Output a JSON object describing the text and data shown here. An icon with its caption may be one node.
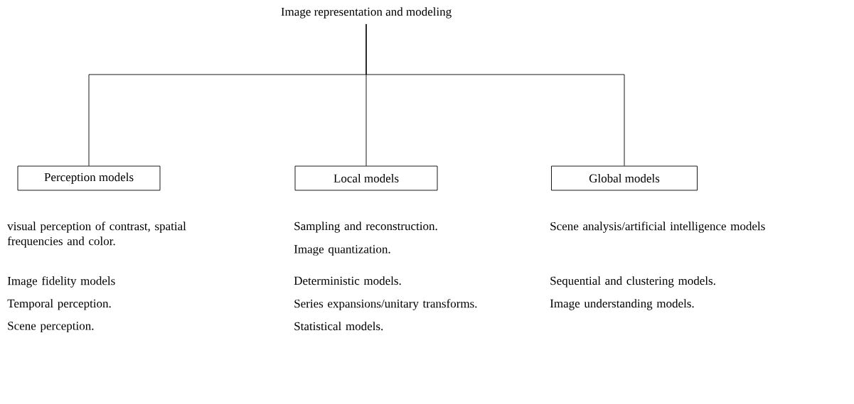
{
  "diagram": {
    "nodes": [
      {
        "text": [
          "Image representation and modeling"
        ]
      },
      {
        "text": [
          "Perception models"
        ],
        "beside": [
          "visual perception of contrast, spatial frequencies and color.",
          "Image fidelity models",
          "Temporal perception.",
          "Scene perception."
        ]
      },
      {
        "text": [
          "Local models"
        ],
        "beside": [
          "Sampling and reconstruction.",
          "Image quantization.",
          "Deterministic models.",
          "Series expansions/unitary transforms.",
          "Statistical models."
        ]
      },
      {
        "text": [
          "Global models"
        ],
        "beside": [
          "Scene analysis/artificial intelligence models",
          "Sequential and clustering models.",
          "Image understanding models."
        ]
      }
    ],
    "edges": [
      {
        "from": 0,
        "to": 1,
        "arrow": "none"
      },
      {
        "from": 0,
        "to": 2,
        "arrow": "none"
      },
      {
        "from": 0,
        "to": 3,
        "arrow": "none"
      }
    ]
  }
}
